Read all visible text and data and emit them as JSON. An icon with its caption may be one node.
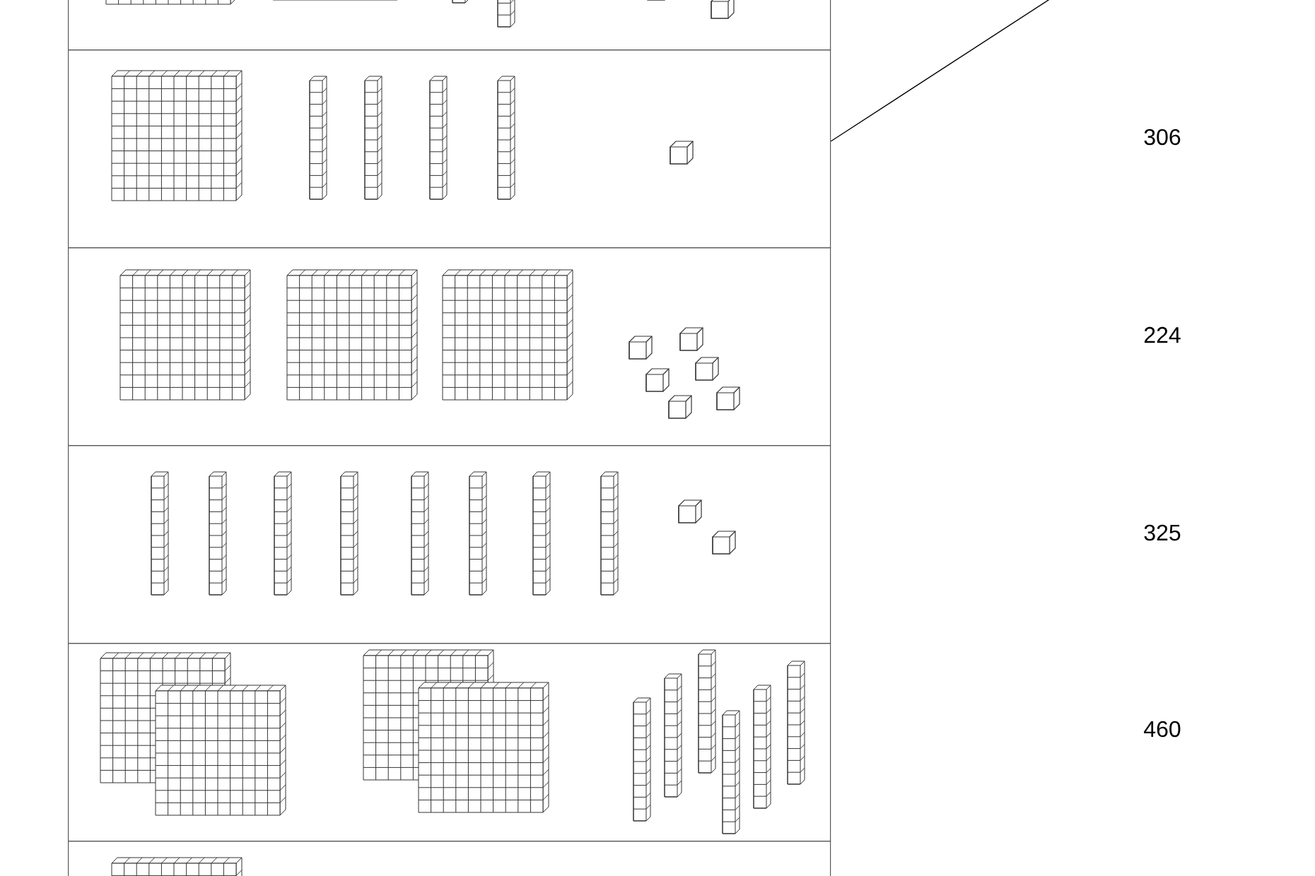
{
  "diagram": {
    "nodes": [
      {
        "text": [],
        "shape": "box"
      },
      {
        "text": [],
        "shape": "box"
      },
      {
        "text": [],
        "shape": "box"
      },
      {
        "text": [],
        "shape": "box"
      },
      {
        "text": [],
        "shape": "box"
      },
      {
        "text": [],
        "shape": "box"
      }
    ],
    "edges": [
      {
        "from": null,
        "to": 1,
        "arrow": "none"
      }
    ],
    "labels": [
      "306",
      "224",
      "325",
      "460"
    ]
  }
}
